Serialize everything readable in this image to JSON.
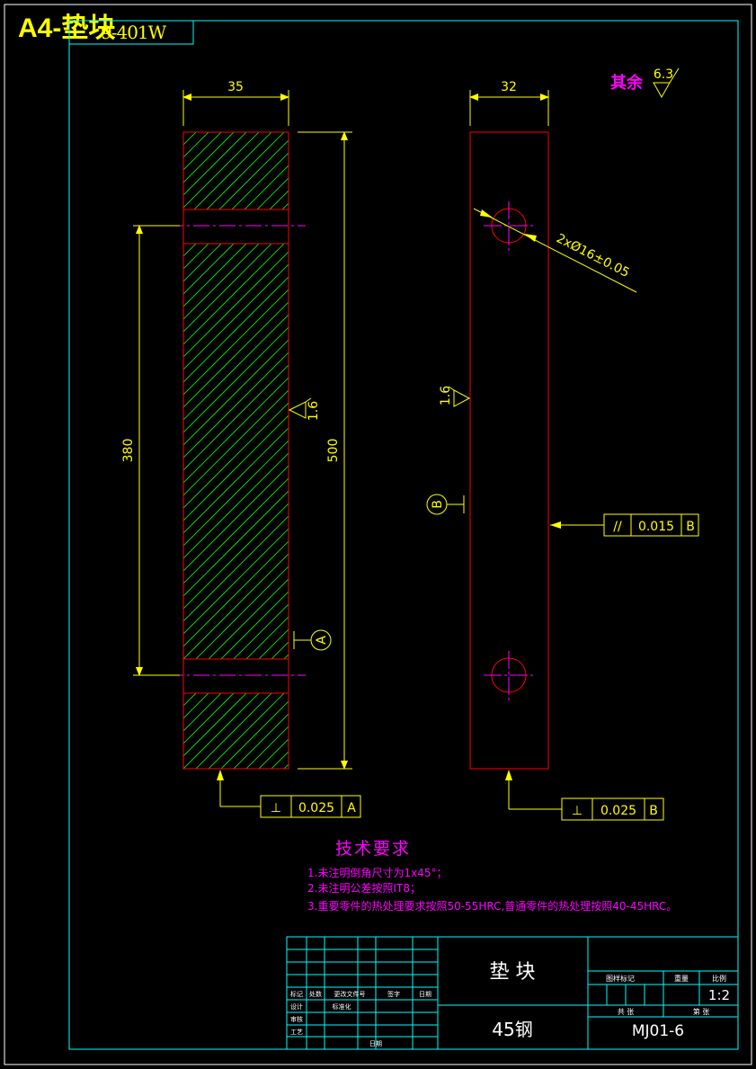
{
  "header": {
    "title": "A4-垫块",
    "overlay_text": "9-401W"
  },
  "colors": {
    "background": "#000000",
    "frame": "#00ffff",
    "outline": "#ff0000",
    "hatch": "#00ff00",
    "dimension": "#ffff00",
    "note": "#ff00ff",
    "titleblock_text": "#ffffff"
  },
  "roughness_default": {
    "label": "其余",
    "value": "6.3"
  },
  "side_view": {
    "width_dim": "35",
    "hole_spacing_dim": "380",
    "length_dim": "500",
    "roughness": "1.6",
    "datum": "A",
    "perpendicularity": {
      "symbol": "⊥",
      "tolerance": "0.025",
      "datum": "A"
    }
  },
  "front_view": {
    "width_dim": "32",
    "hole_callout": "2xØ16±0.05",
    "roughness": "1.6",
    "datum": "B",
    "parallelism": {
      "symbol": "//",
      "tolerance": "0.015",
      "datum": "B"
    },
    "perpendicularity": {
      "symbol": "⊥",
      "tolerance": "0.025",
      "datum": "B"
    }
  },
  "tech_requirements": {
    "heading": "技术要求",
    "items": [
      "1.未注明倒角尺寸为1x45°；",
      "2.未注明公差按照IT8；",
      "3.重要零件的热处理要求按照50-55HRC,普通零件的热处理按照40-45HRC。"
    ]
  },
  "title_block": {
    "part_name": "垫  块",
    "material": "45钢",
    "drawing_no": "MJ01-6",
    "scale": "1:2",
    "labels": {
      "mark": "标记",
      "count": "处数",
      "change_doc": "更改文件号",
      "signature": "签字",
      "date": "日期",
      "design": "设计",
      "standardize": "标准化",
      "review": "审核",
      "process": "工艺",
      "date2": "日期",
      "stage_mark": "图样标记",
      "weight": "重量",
      "ratio": "比例",
      "total": "共  张",
      "sheet": "第  张"
    }
  }
}
